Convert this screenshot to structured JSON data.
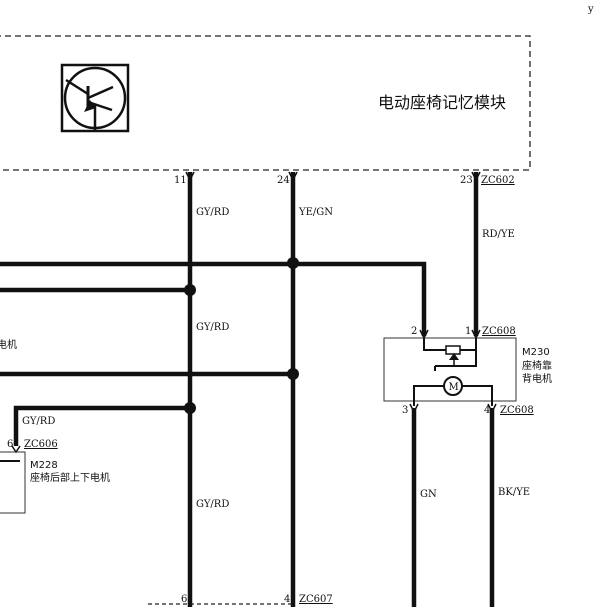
{
  "top_glyph": "y",
  "module": {
    "title": "电动座椅记忆模块",
    "pins": [
      {
        "pin": "11",
        "wire_color": "GY/RD"
      },
      {
        "pin": "24",
        "wire_color": "YE/GN"
      },
      {
        "pin": "23",
        "connector": "ZC602",
        "wire_color": "RD/YE"
      }
    ]
  },
  "wires": {
    "left_mid_label": "GY/RD",
    "left_bottom_label": "GY/RD",
    "m228_feed_label": "GY/RD",
    "m230_lower_left": "GN",
    "m230_lower_right": "BK/YE"
  },
  "m230": {
    "id": "M230",
    "name_line1": "座椅靠",
    "name_line2": "背电机",
    "pin_top_left": "2",
    "pin_top_right": "1",
    "connector_top": "ZC608",
    "pin_bottom_left": "3",
    "pin_bottom_right": "4",
    "connector_bottom": "ZC608",
    "motor_symbol": "M"
  },
  "m228": {
    "id": "M228",
    "name": "座椅后部上下电机",
    "pin": "6",
    "connector": "ZC606"
  },
  "left_partial_label": "电机",
  "bottom_connector": {
    "pin_left": "6",
    "pin_right": "4",
    "connector": "ZC607"
  }
}
